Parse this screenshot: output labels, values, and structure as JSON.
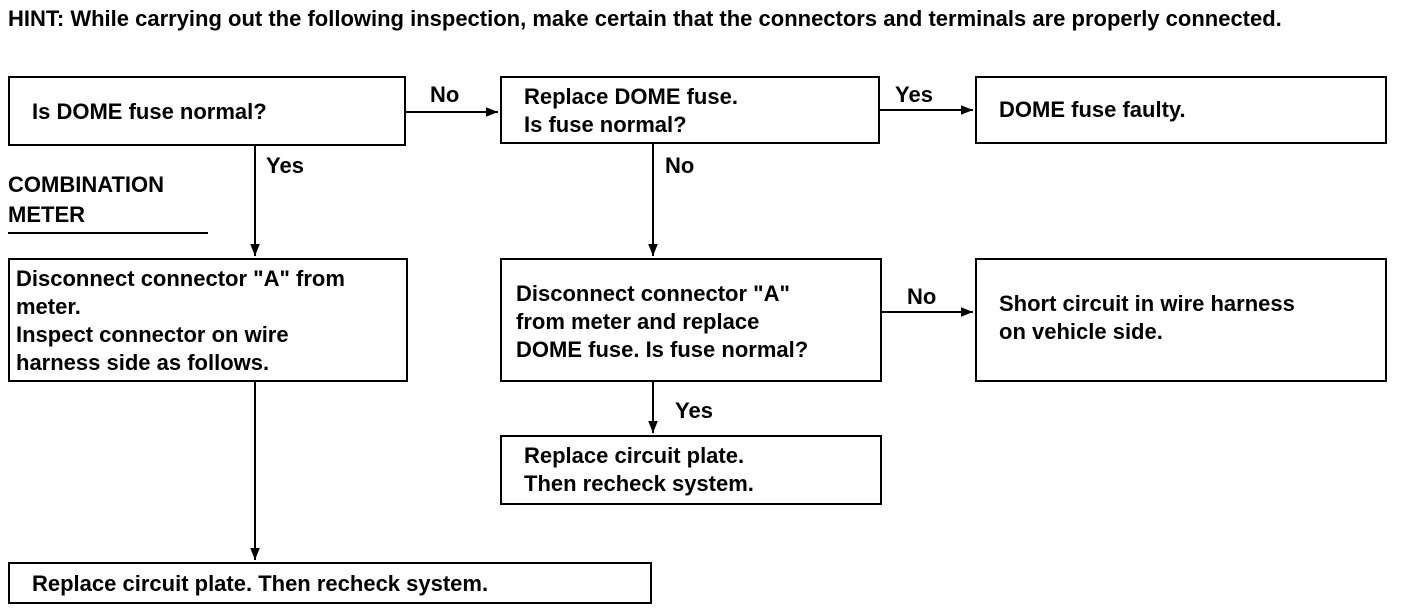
{
  "hint": "HINT: While carrying out the following inspection, make certain that the connectors and terminals are properly connected.",
  "section_label": "COMBINATION\nMETER",
  "nodes": {
    "q_dome_fuse": "Is DOME fuse normal?",
    "replace_dome_fuse": "Replace DOME fuse.\nIs fuse normal?",
    "dome_fuse_faulty": "DOME fuse faulty.",
    "disconnect_inspect": "Disconnect connector \"A\" from\nmeter.\nInspect connector on wire\nharness side as follows.",
    "disconnect_replace": "Disconnect connector \"A\"\nfrom meter and replace\nDOME fuse. Is fuse normal?",
    "short_circuit": "Short circuit in wire harness\non vehicle side.",
    "replace_plate_mid": "Replace circuit plate.\nThen recheck system.",
    "replace_plate_bottom": "Replace circuit plate. Then recheck system."
  },
  "edge_labels": {
    "q_to_replace": "No",
    "replace_to_faulty": "Yes",
    "q_to_disconnect": "Yes",
    "replace_to_disconnect_replace": "No",
    "disconnect_replace_to_short": "No",
    "disconnect_replace_to_plate": "Yes"
  }
}
